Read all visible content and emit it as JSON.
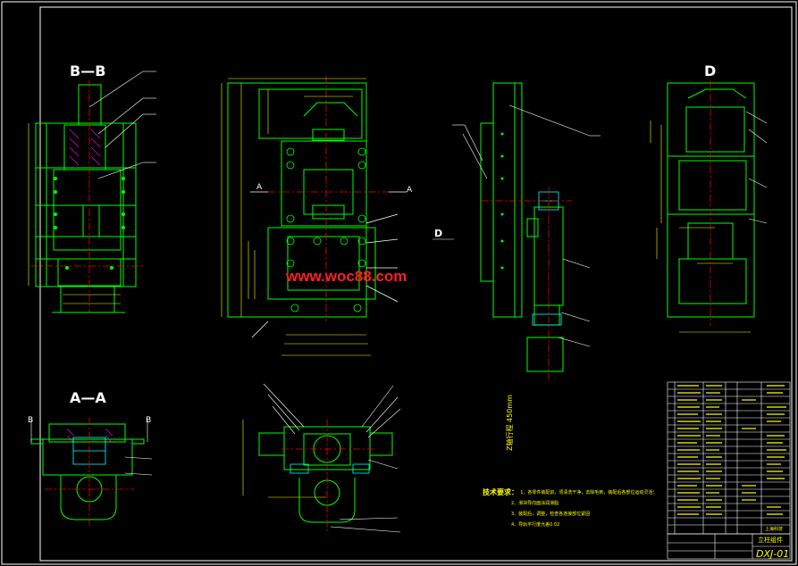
{
  "views": {
    "bb": "B—B",
    "aa": "A—A",
    "d": "D"
  },
  "markers": {
    "a_left": "A",
    "a_right": "A",
    "b_left": "B",
    "b_right": "B",
    "d_arrow": "D"
  },
  "watermark": "www.woc88.com",
  "vertical_note": "Z轴行程 450mm",
  "notes": {
    "heading": "技术要求：",
    "items": [
      "1、各零件装配前，须清洗干净，去除毛刺，装配后各部位运动灵活无卡滞",
      "2、滑块导向面涂润滑脂",
      "3、装配后，调整，检查各连接部位紧固",
      "4、导轨平行度允差0.02"
    ]
  },
  "title_block": {
    "drawing_code": "DXJ-01",
    "name": "立柱组件",
    "company": "上海科技"
  },
  "colors": {
    "frame": "#ffffff",
    "outline": "#00ff00",
    "dimension": "#ffff00",
    "center": "#ff0000",
    "detail": "#00ffff",
    "hatch": "#ff00ff"
  }
}
